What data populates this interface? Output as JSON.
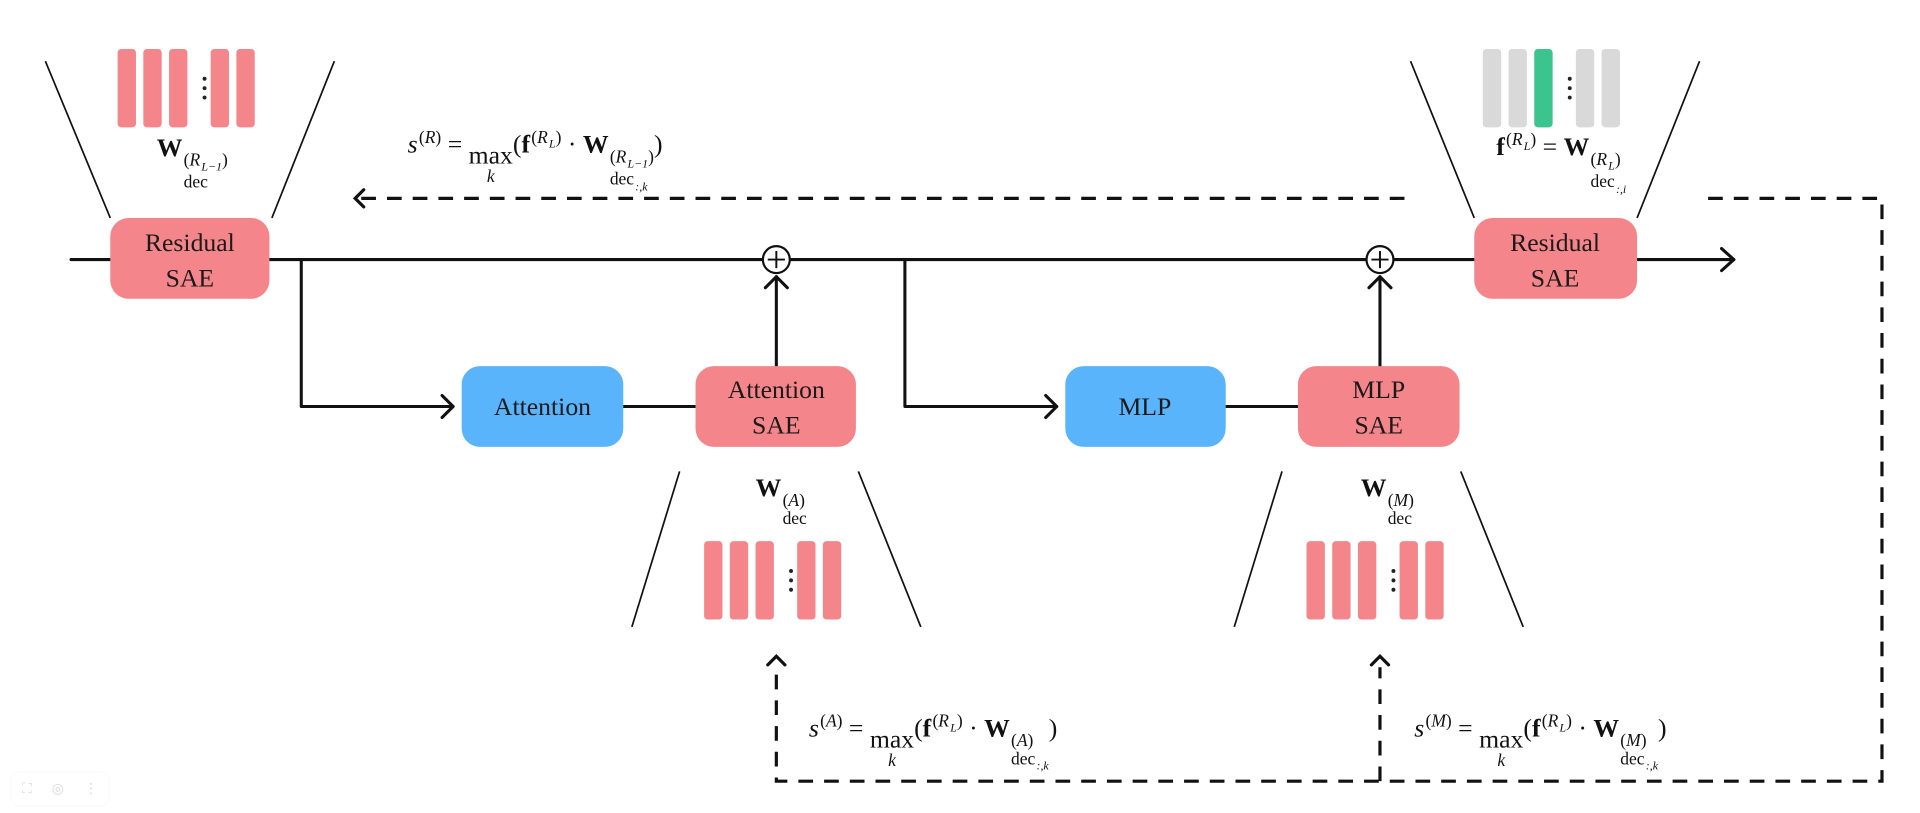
{
  "colors": {
    "sae": "#f4868b",
    "module": "#5ab4fb",
    "inactive": "#d9d9d9",
    "active": "#3cc48f",
    "line": "#111111"
  },
  "boxes": {
    "residual_in": {
      "line1": "Residual",
      "line2": "SAE"
    },
    "attention": {
      "line1": "Attention"
    },
    "attention_sae": {
      "line1": "Attention",
      "line2": "SAE"
    },
    "mlp": {
      "line1": "MLP"
    },
    "mlp_sae": {
      "line1": "MLP",
      "line2": "SAE"
    },
    "residual_out": {
      "line1": "Residual",
      "line2": "SAE"
    }
  },
  "funnels": {
    "residual_in": [
      "sae",
      "sae",
      "sae",
      "dots",
      "sae",
      "sae"
    ],
    "residual_out": [
      "inactive",
      "inactive",
      "active",
      "dots",
      "inactive",
      "inactive"
    ],
    "attention": [
      "sae",
      "sae",
      "sae",
      "dots",
      "sae",
      "sae"
    ],
    "mlp": [
      "sae",
      "sae",
      "sae",
      "dots",
      "sae",
      "sae"
    ]
  },
  "formulas": {
    "w_res_prev": [
      {
        "t": "W",
        "bold": true,
        "sup": [
          {
            "t": "("
          },
          {
            "t": "R",
            "it": true,
            "sub": [
              {
                "t": "L−1",
                "it": true
              }
            ]
          },
          {
            "t": ")"
          }
        ],
        "sub": [
          {
            "t": "dec"
          }
        ]
      }
    ],
    "f_res": [
      {
        "t": "f",
        "bold": true,
        "sup": [
          {
            "t": "("
          },
          {
            "t": "R",
            "it": true,
            "sub": [
              {
                "t": "L",
                "it": true
              }
            ]
          },
          {
            "t": ")"
          }
        ]
      },
      {
        "t": " = "
      },
      {
        "t": "W",
        "bold": true,
        "sup": [
          {
            "t": "("
          },
          {
            "t": "R",
            "it": true,
            "sub": [
              {
                "t": "L",
                "it": true
              }
            ]
          },
          {
            "t": ")"
          }
        ],
        "sub": [
          {
            "t": "dec",
            "sub": [
              {
                "t": ":,i",
                "it": true
              }
            ]
          }
        ]
      }
    ],
    "w_attn": [
      {
        "t": "W",
        "bold": true,
        "sup": [
          {
            "t": "("
          },
          {
            "t": "A",
            "it": true
          },
          {
            "t": ")"
          }
        ],
        "sub": [
          {
            "t": "dec"
          }
        ]
      }
    ],
    "w_mlp": [
      {
        "t": "W",
        "bold": true,
        "sup": [
          {
            "t": "("
          },
          {
            "t": "M",
            "it": true
          },
          {
            "t": ")"
          }
        ],
        "sub": [
          {
            "t": "dec"
          }
        ]
      }
    ],
    "s_res": [
      {
        "t": "s",
        "it": true,
        "sup": [
          {
            "t": "("
          },
          {
            "t": "R",
            "it": true
          },
          {
            "t": ")"
          }
        ]
      },
      {
        "t": " = "
      },
      {
        "t": "max",
        "under": [
          {
            "t": "k",
            "it": true
          }
        ]
      },
      {
        "t": "("
      },
      {
        "t": "f",
        "bold": true,
        "sup": [
          {
            "t": "("
          },
          {
            "t": "R",
            "it": true,
            "sub": [
              {
                "t": "L",
                "it": true
              }
            ]
          },
          {
            "t": ")"
          }
        ]
      },
      {
        "t": " · "
      },
      {
        "t": "W",
        "bold": true,
        "sup": [
          {
            "t": "("
          },
          {
            "t": "R",
            "it": true,
            "sub": [
              {
                "t": "L−1",
                "it": true
              }
            ]
          },
          {
            "t": ")"
          }
        ],
        "sub": [
          {
            "t": "dec",
            "sub": [
              {
                "t": ":,k",
                "it": true
              }
            ]
          }
        ]
      },
      {
        "t": ")"
      }
    ],
    "s_attn": [
      {
        "t": "s",
        "it": true,
        "sup": [
          {
            "t": "("
          },
          {
            "t": "A",
            "it": true
          },
          {
            "t": ")"
          }
        ]
      },
      {
        "t": " = "
      },
      {
        "t": "max",
        "under": [
          {
            "t": "k",
            "it": true
          }
        ]
      },
      {
        "t": "("
      },
      {
        "t": "f",
        "bold": true,
        "sup": [
          {
            "t": "("
          },
          {
            "t": "R",
            "it": true,
            "sub": [
              {
                "t": "L",
                "it": true
              }
            ]
          },
          {
            "t": ")"
          }
        ]
      },
      {
        "t": " · "
      },
      {
        "t": "W",
        "bold": true,
        "sup": [
          {
            "t": "("
          },
          {
            "t": "A",
            "it": true
          },
          {
            "t": ")"
          }
        ],
        "sub": [
          {
            "t": "dec",
            "sub": [
              {
                "t": ":,k",
                "it": true
              }
            ]
          }
        ]
      },
      {
        "t": ")"
      }
    ],
    "s_mlp": [
      {
        "t": "s",
        "it": true,
        "sup": [
          {
            "t": "("
          },
          {
            "t": "M",
            "it": true
          },
          {
            "t": ")"
          }
        ]
      },
      {
        "t": " = "
      },
      {
        "t": "max",
        "under": [
          {
            "t": "k",
            "it": true
          }
        ]
      },
      {
        "t": "("
      },
      {
        "t": "f",
        "bold": true,
        "sup": [
          {
            "t": "("
          },
          {
            "t": "R",
            "it": true,
            "sub": [
              {
                "t": "L",
                "it": true
              }
            ]
          },
          {
            "t": ")"
          }
        ]
      },
      {
        "t": " · "
      },
      {
        "t": "W",
        "bold": true,
        "sup": [
          {
            "t": "("
          },
          {
            "t": "M",
            "it": true
          },
          {
            "t": ")"
          }
        ],
        "sub": [
          {
            "t": "dec",
            "sub": [
              {
                "t": ":,k",
                "it": true
              }
            ]
          }
        ]
      },
      {
        "t": ")"
      }
    ]
  },
  "toolbar": {
    "icons": [
      "select-icon",
      "camera-icon",
      "more-icon"
    ],
    "select_glyph": "⛶",
    "camera_glyph": "◎",
    "more_glyph": "⋮"
  }
}
